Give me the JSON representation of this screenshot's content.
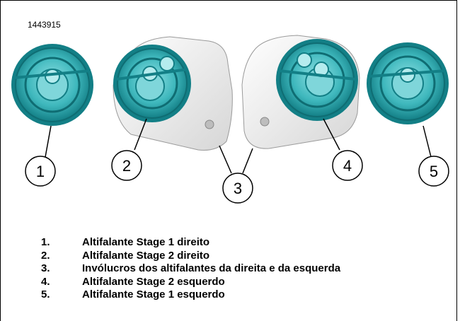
{
  "figure": {
    "id": "1443915",
    "callouts": [
      "1",
      "2",
      "3",
      "4",
      "5"
    ]
  },
  "legend": [
    {
      "num": "1.",
      "text": "Altifalante Stage 1 direito"
    },
    {
      "num": "2.",
      "text": "Altifalante Stage 2 direito"
    },
    {
      "num": "3.",
      "text": "Invólucros dos altifalantes da direita e da esquerda"
    },
    {
      "num": "4.",
      "text": "Altifalante Stage 2 esquerdo"
    },
    {
      "num": "5.",
      "text": "Altifalante Stage 1 esquerdo"
    }
  ],
  "colors": {
    "speaker_teal": "#3fb8bd",
    "speaker_dark": "#137f86",
    "housing": "#f3f3f3"
  }
}
